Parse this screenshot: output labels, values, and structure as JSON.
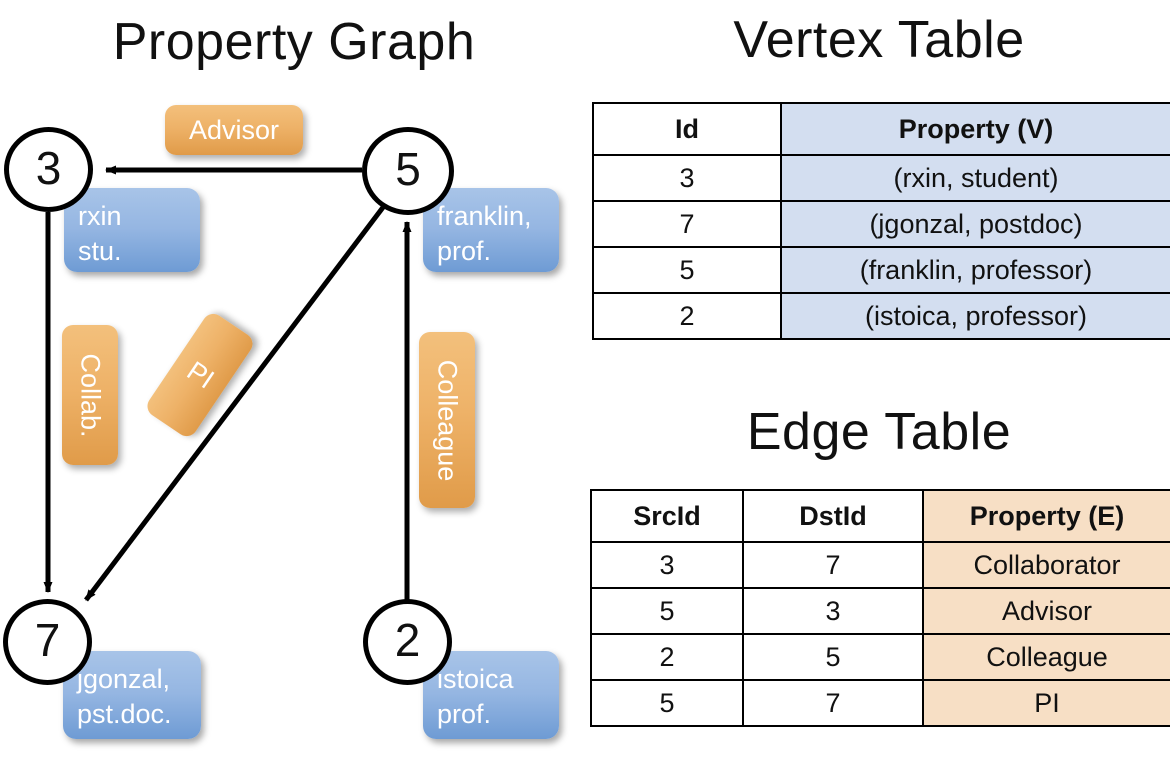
{
  "titles": {
    "property_graph": "Property Graph",
    "vertex_table": "Vertex Table",
    "edge_table": "Edge Table"
  },
  "graph": {
    "nodes": [
      {
        "id": "3",
        "property_lines": [
          "rxin",
          "stu."
        ]
      },
      {
        "id": "5",
        "property_lines": [
          "franklin,",
          "prof."
        ]
      },
      {
        "id": "7",
        "property_lines": [
          "jgonzal,",
          "pst.doc."
        ]
      },
      {
        "id": "2",
        "property_lines": [
          "istoica",
          "prof."
        ]
      }
    ],
    "edge_labels": [
      {
        "text": "Advisor",
        "orientation": "horizontal"
      },
      {
        "text": "Collab.",
        "orientation": "vertical"
      },
      {
        "text": "PI",
        "orientation": "tilted"
      },
      {
        "text": "Colleague",
        "orientation": "vertical"
      }
    ],
    "edges": [
      {
        "src": "5",
        "dst": "3",
        "label": "Advisor"
      },
      {
        "src": "3",
        "dst": "7",
        "label": "Collab."
      },
      {
        "src": "5",
        "dst": "7",
        "label": "PI"
      },
      {
        "src": "2",
        "dst": "5",
        "label": "Colleague"
      }
    ]
  },
  "vertex_table": {
    "columns": [
      "Id",
      "Property (V)"
    ],
    "rows": [
      {
        "id": "3",
        "property": "(rxin, student)"
      },
      {
        "id": "7",
        "property": "(jgonzal, postdoc)"
      },
      {
        "id": "5",
        "property": "(franklin, professor)"
      },
      {
        "id": "2",
        "property": "(istoica, professor)"
      }
    ]
  },
  "edge_table": {
    "columns": [
      "SrcId",
      "DstId",
      "Property (E)"
    ],
    "rows": [
      {
        "src": "3",
        "dst": "7",
        "property": "Collaborator"
      },
      {
        "src": "5",
        "dst": "3",
        "property": "Advisor"
      },
      {
        "src": "2",
        "dst": "5",
        "property": "Colleague"
      },
      {
        "src": "5",
        "dst": "7",
        "property": "PI"
      }
    ]
  },
  "colors": {
    "vertex_property_fill": "#d3def0",
    "edge_property_fill": "#f7dfc5",
    "node_chip_blue": "#95b6e2",
    "edge_chip_orange": "#eeb268",
    "stroke": "#000000"
  }
}
